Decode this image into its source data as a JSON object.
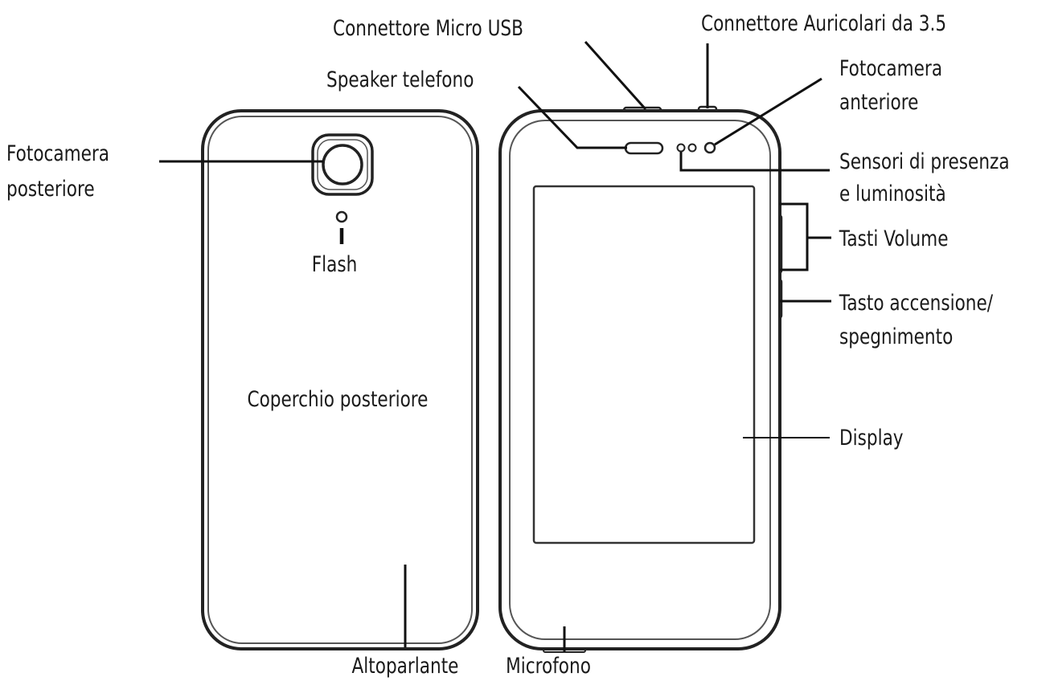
{
  "labels": {
    "usb": "Connettore Micro USB",
    "headphone": "Connettore Auricolari da 3.5",
    "front_camera_line1": "Fotocamera",
    "front_camera_line2": "anteriore",
    "speaker_phone": "Speaker telefono",
    "sensors_line1": "Sensori di presenza",
    "sensors_line2": "e luminosità",
    "volume": "Tasti Volume",
    "power_line1": "Tasto accensione/",
    "power_line2": "spegnimento",
    "display": "Display",
    "rear_camera_line1": "Fotocamera",
    "rear_camera_line2": "posteriore",
    "flash": "Flash",
    "back_cover": "Coperchio posteriore",
    "loudspeaker": "Altoparlante",
    "microphone": "Microfono"
  }
}
